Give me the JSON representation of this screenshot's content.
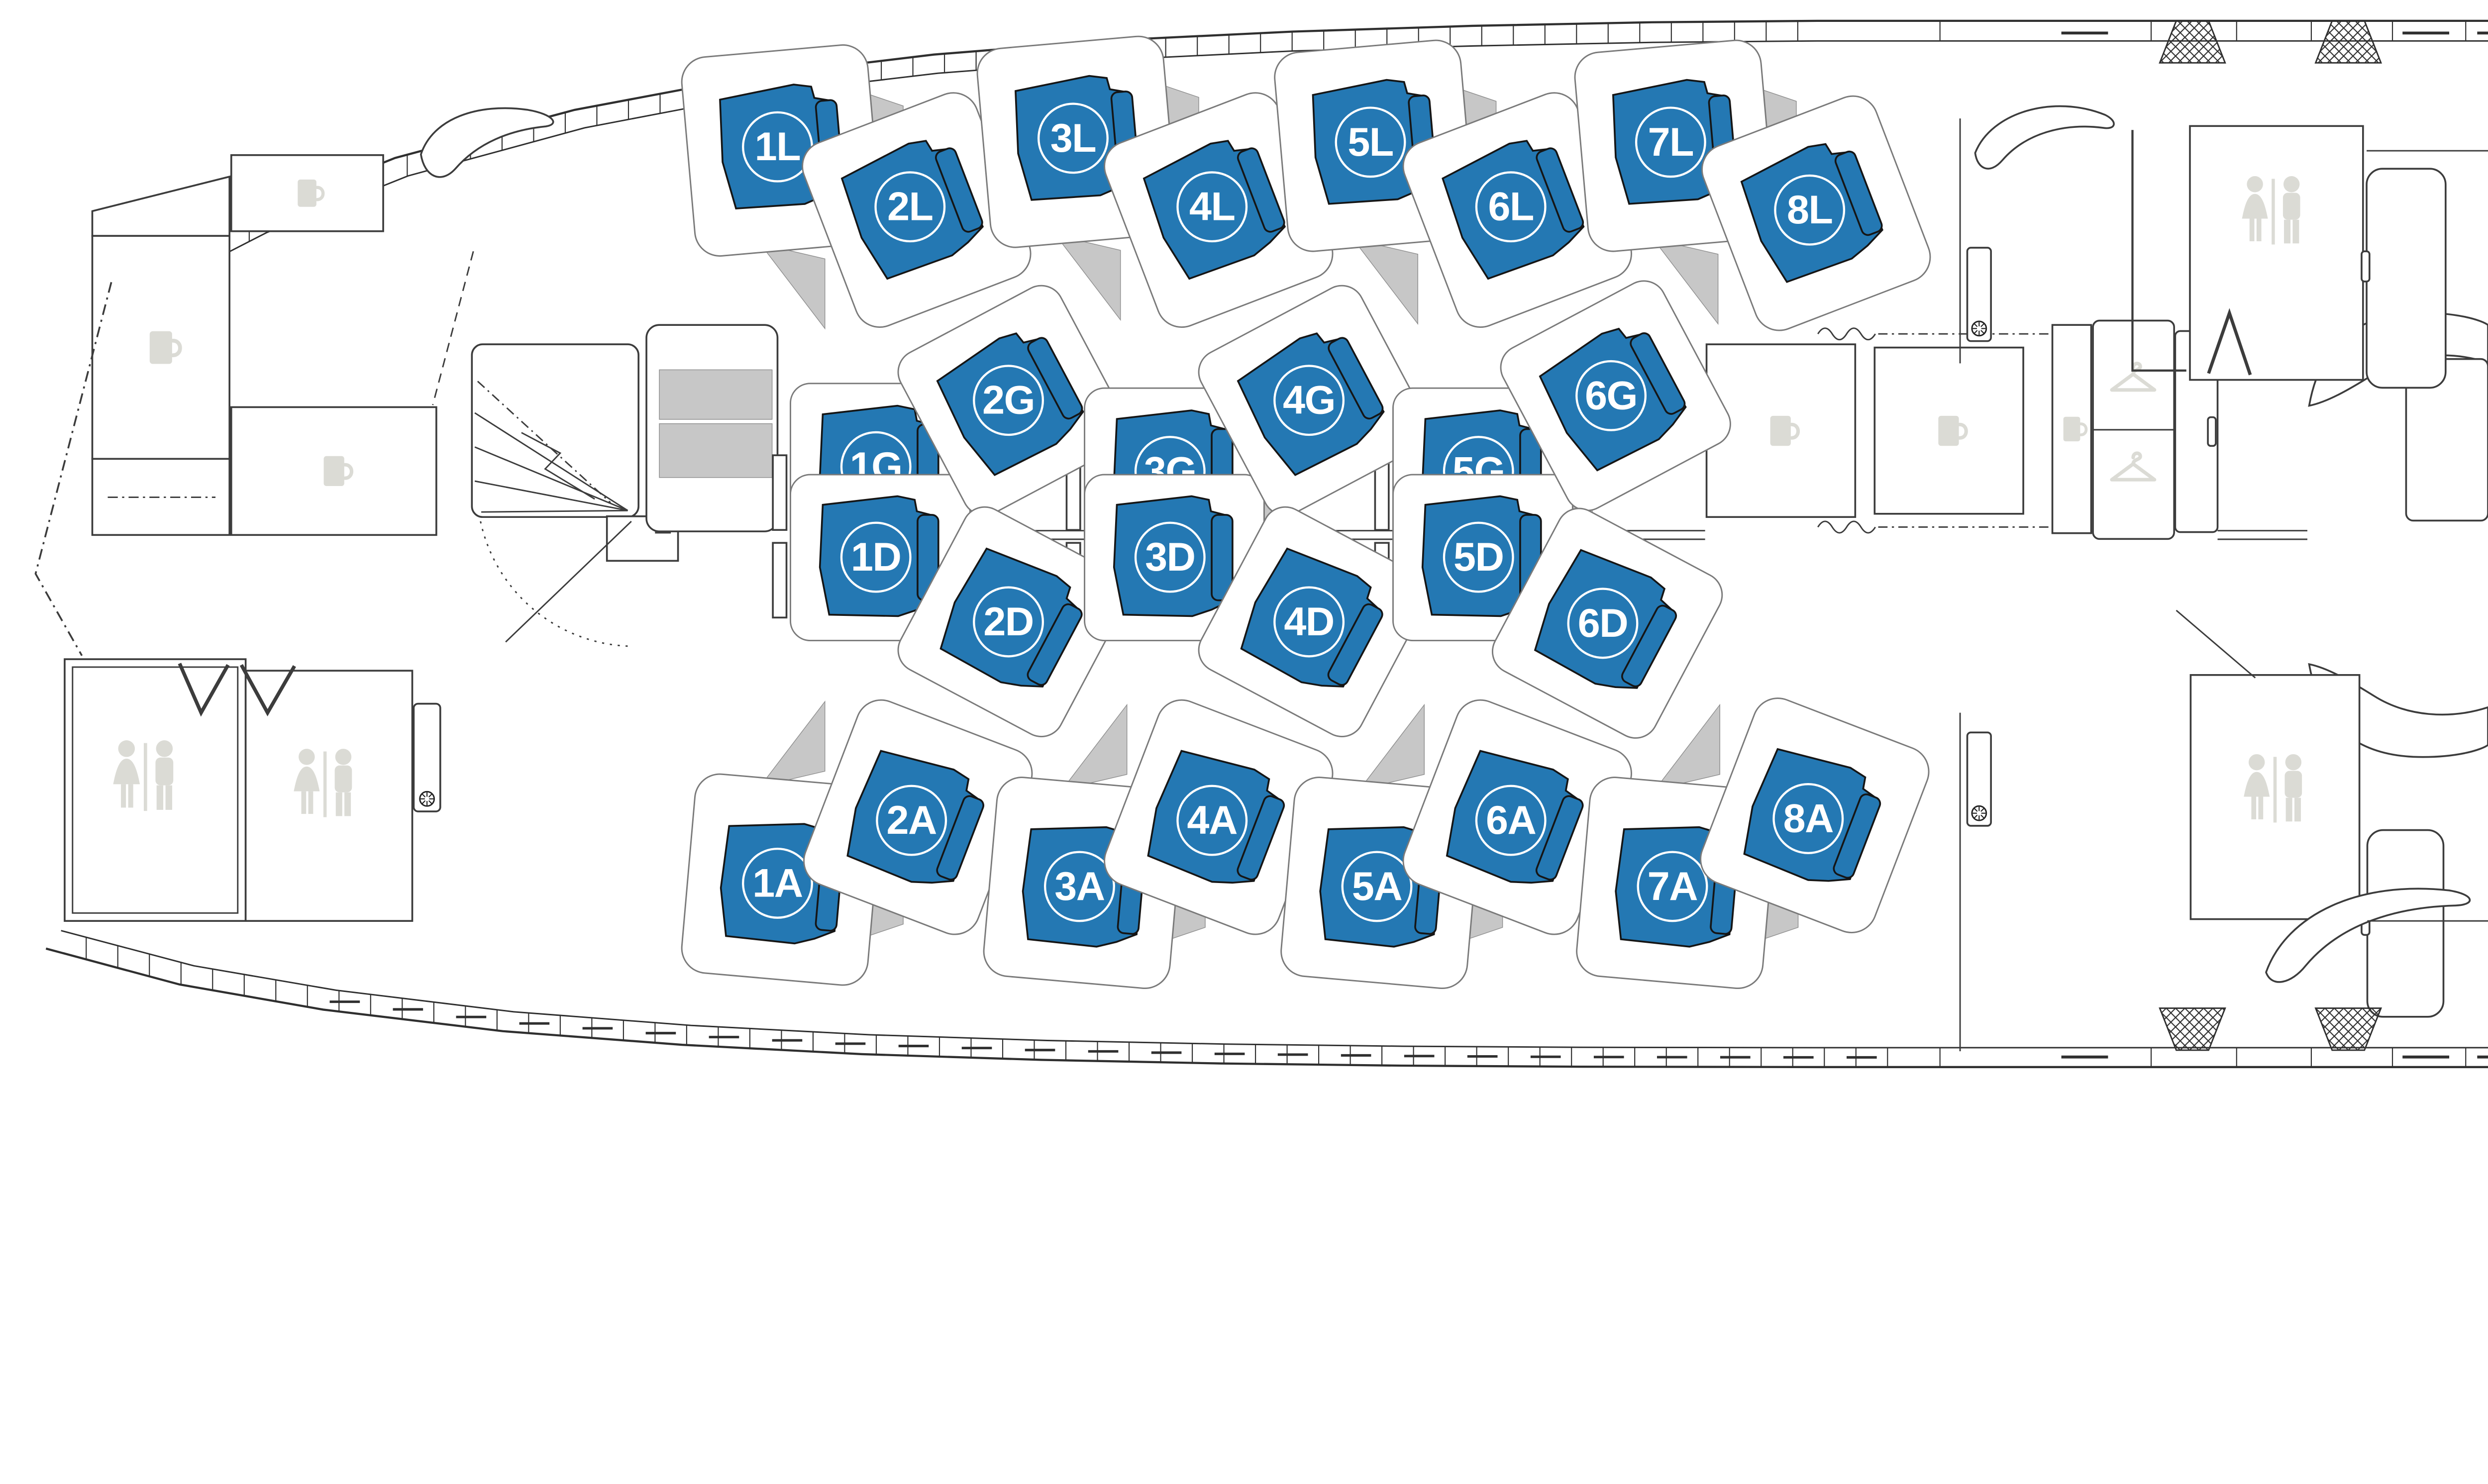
{
  "app": {
    "name": "cabin-seat-map",
    "view": "business-class-deck-plan"
  },
  "columns": [
    "L",
    "G",
    "D",
    "A"
  ],
  "rows": [
    1,
    2,
    3,
    4,
    5,
    6,
    7,
    8
  ],
  "seats": [
    {
      "label": "1L",
      "row": 1,
      "column": "L",
      "zone": "left-window-row"
    },
    {
      "label": "2L",
      "row": 2,
      "column": "L",
      "zone": "left-window-row"
    },
    {
      "label": "3L",
      "row": 3,
      "column": "L",
      "zone": "left-window-row"
    },
    {
      "label": "4L",
      "row": 4,
      "column": "L",
      "zone": "left-window-row"
    },
    {
      "label": "5L",
      "row": 5,
      "column": "L",
      "zone": "left-window-row"
    },
    {
      "label": "6L",
      "row": 6,
      "column": "L",
      "zone": "left-window-row"
    },
    {
      "label": "7L",
      "row": 7,
      "column": "L",
      "zone": "left-window-row"
    },
    {
      "label": "8L",
      "row": 8,
      "column": "L",
      "zone": "left-window-row"
    },
    {
      "label": "1A",
      "row": 1,
      "column": "A",
      "zone": "right-window-row"
    },
    {
      "label": "2A",
      "row": 2,
      "column": "A",
      "zone": "right-window-row"
    },
    {
      "label": "3A",
      "row": 3,
      "column": "A",
      "zone": "right-window-row"
    },
    {
      "label": "4A",
      "row": 4,
      "column": "A",
      "zone": "right-window-row"
    },
    {
      "label": "5A",
      "row": 5,
      "column": "A",
      "zone": "right-window-row"
    },
    {
      "label": "6A",
      "row": 6,
      "column": "A",
      "zone": "right-window-row"
    },
    {
      "label": "7A",
      "row": 7,
      "column": "A",
      "zone": "right-window-row"
    },
    {
      "label": "8A",
      "row": 8,
      "column": "A",
      "zone": "right-window-row"
    },
    {
      "label": "1G",
      "row": 1,
      "column": "G",
      "zone": "center-row-G"
    },
    {
      "label": "1D",
      "row": 1,
      "column": "D",
      "zone": "center-row-D"
    },
    {
      "label": "2G",
      "row": 2,
      "column": "G",
      "zone": "center-row-G"
    },
    {
      "label": "2D",
      "row": 2,
      "column": "D",
      "zone": "center-row-D"
    },
    {
      "label": "3G",
      "row": 3,
      "column": "G",
      "zone": "center-row-G"
    },
    {
      "label": "3D",
      "row": 3,
      "column": "D",
      "zone": "center-row-D"
    },
    {
      "label": "4G",
      "row": 4,
      "column": "G",
      "zone": "center-row-G"
    },
    {
      "label": "4D",
      "row": 4,
      "column": "D",
      "zone": "center-row-D"
    },
    {
      "label": "5G",
      "row": 5,
      "column": "G",
      "zone": "center-row-G"
    },
    {
      "label": "5D",
      "row": 5,
      "column": "D",
      "zone": "center-row-D"
    },
    {
      "label": "6G",
      "row": 6,
      "column": "G",
      "zone": "center-row-G"
    },
    {
      "label": "6D",
      "row": 6,
      "column": "D",
      "zone": "center-row-D"
    }
  ],
  "colors": {
    "seat": "#2478B3",
    "seat_outline": "#151515",
    "accent_gray": "#C7C7C7",
    "icon_gray": "#DBDBD5",
    "line": "#3C3C3C"
  },
  "icons": {
    "galley": "cup-icon",
    "lavatory": "lavatory-sign-icon",
    "wardrobe": "hanger-icon",
    "attendant_seat": "attendant-seat-icon",
    "stairs": "stairs-icon",
    "crew_hatch": "crosshatch-icon"
  },
  "counts": {
    "seats": 28,
    "lavatories": 4,
    "galley_cup_icons": 6,
    "hanger_icons": 2,
    "attendant_seat_icons": 3
  }
}
